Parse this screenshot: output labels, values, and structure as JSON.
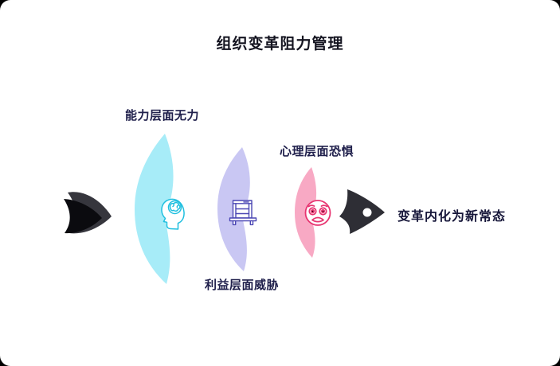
{
  "title": "组织变革阻力管理",
  "diagram": {
    "result_label": "变革内化为新常态",
    "fish": {
      "body_color": "#2E2E35",
      "tail_back_color": "#36363D",
      "tail_front_color": "#0B0B0F",
      "eye_color": "#FFFFFF"
    },
    "segments": [
      {
        "id": "capability",
        "label": "能力层面无力",
        "icon": "head-brain-icon",
        "leaf_color": "#A7ECF8",
        "icon_color": "#1FBFDF"
      },
      {
        "id": "interest",
        "label": "利益层面威胁",
        "icon": "cabinet-icon",
        "leaf_color": "#C9C7F3",
        "icon_color": "#4B47B4"
      },
      {
        "id": "psychology",
        "label": "心理层面恐惧",
        "icon": "worried-face-icon",
        "leaf_color": "#F8A9C4",
        "icon_color": "#E73571"
      }
    ]
  }
}
